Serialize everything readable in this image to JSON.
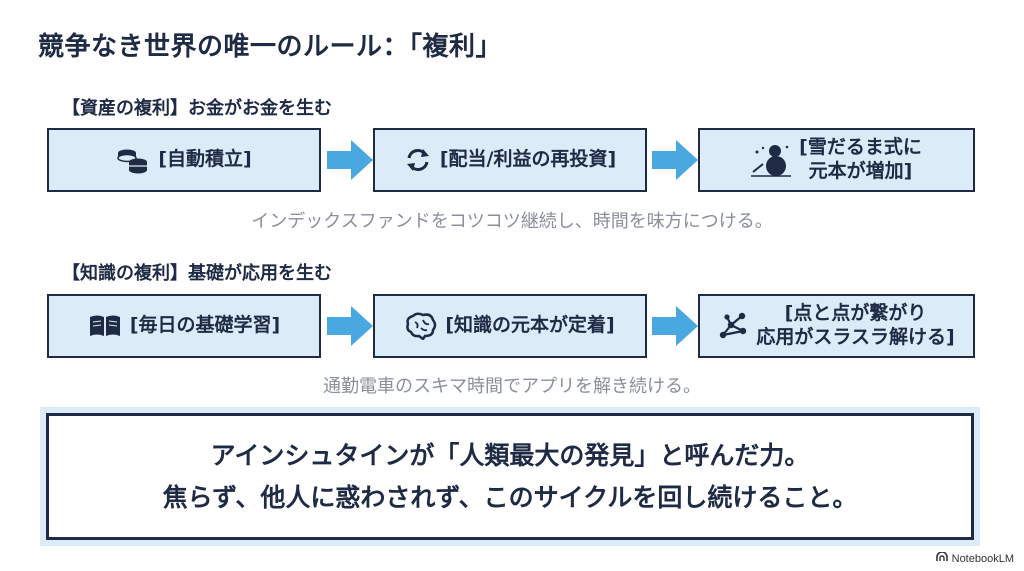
{
  "title": "競争なき世界の唯一のルール：「複利」",
  "sections": [
    {
      "label": "【資産の複利】お金がお金を生む",
      "steps": [
        {
          "text": "[自動積立]",
          "icon": "coins-icon"
        },
        {
          "text": "[配当/利益の再投資]",
          "icon": "refresh-icon"
        },
        {
          "text": "[雪だるま式に\n元本が増加]",
          "icon": "snowman-icon"
        }
      ],
      "note": "インデックスファンドをコツコツ継続し、時間を味方につける。"
    },
    {
      "label": "【知識の複利】基礎が応用を生む",
      "steps": [
        {
          "text": "[毎日の基礎学習]",
          "icon": "open-book-icon"
        },
        {
          "text": "[知識の元本が定着]",
          "icon": "brain-icon"
        },
        {
          "text": "[点と点が繋がり\n応用がスラスラ解ける]",
          "icon": "network-icon"
        }
      ],
      "note": "通勤電車のスキマ時間でアプリを解き続ける。"
    }
  ],
  "callout": {
    "line1": "アインシュタインが「人類最大の発見」と呼んだ力。",
    "line2": "焦らず、他人に惑わされず、このサイクルを回し続けること。"
  },
  "badge": "NotebookLM",
  "colors": {
    "navy": "#1f2a44",
    "box_fill": "#dcebf8",
    "arrow": "#4aa8e0",
    "note_gray": "#8a8f99"
  }
}
